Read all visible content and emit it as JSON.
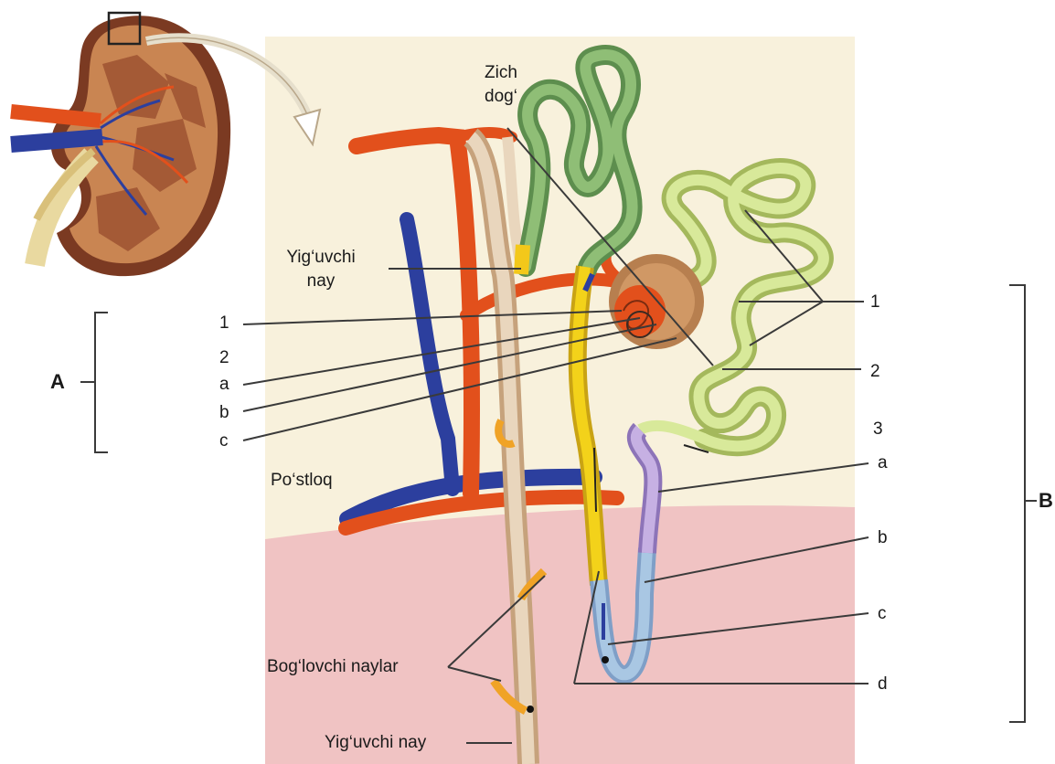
{
  "labels": {
    "zich": "Zich",
    "dog": "dog‘",
    "yiguvchi_top_1": "Yig‘uvchi",
    "yiguvchi_top_2": "nay",
    "left_1": "1",
    "left_2": "2",
    "left_a": "a",
    "left_b": "b",
    "left_c": "c",
    "bracket_a": "A",
    "postloq": "Po‘stloq",
    "right_1": "1",
    "right_2": "2",
    "right_3": "3",
    "right_a": "a",
    "right_b": "b",
    "right_c": "c",
    "right_d": "d",
    "bracket_b": "B",
    "boglovchi": "Bog‘lovchi naylar",
    "yiguvchi_bottom": "Yig‘uvchi nay"
  },
  "colors": {
    "artery": "#e2501c",
    "vein": "#2c3f9e",
    "collecting_duct": "#dcc4a8",
    "distal_tubule": "#7fae6a",
    "proximal_tubule": "#c9dd88",
    "loop_ascending": "#f3d21a",
    "loop_thin": "#a9c7e3",
    "loop_descending": "#b79ad6",
    "medulla": "#f0c3c3",
    "cortex": "#f8f1dc",
    "glomerulus": "#c78a55"
  }
}
